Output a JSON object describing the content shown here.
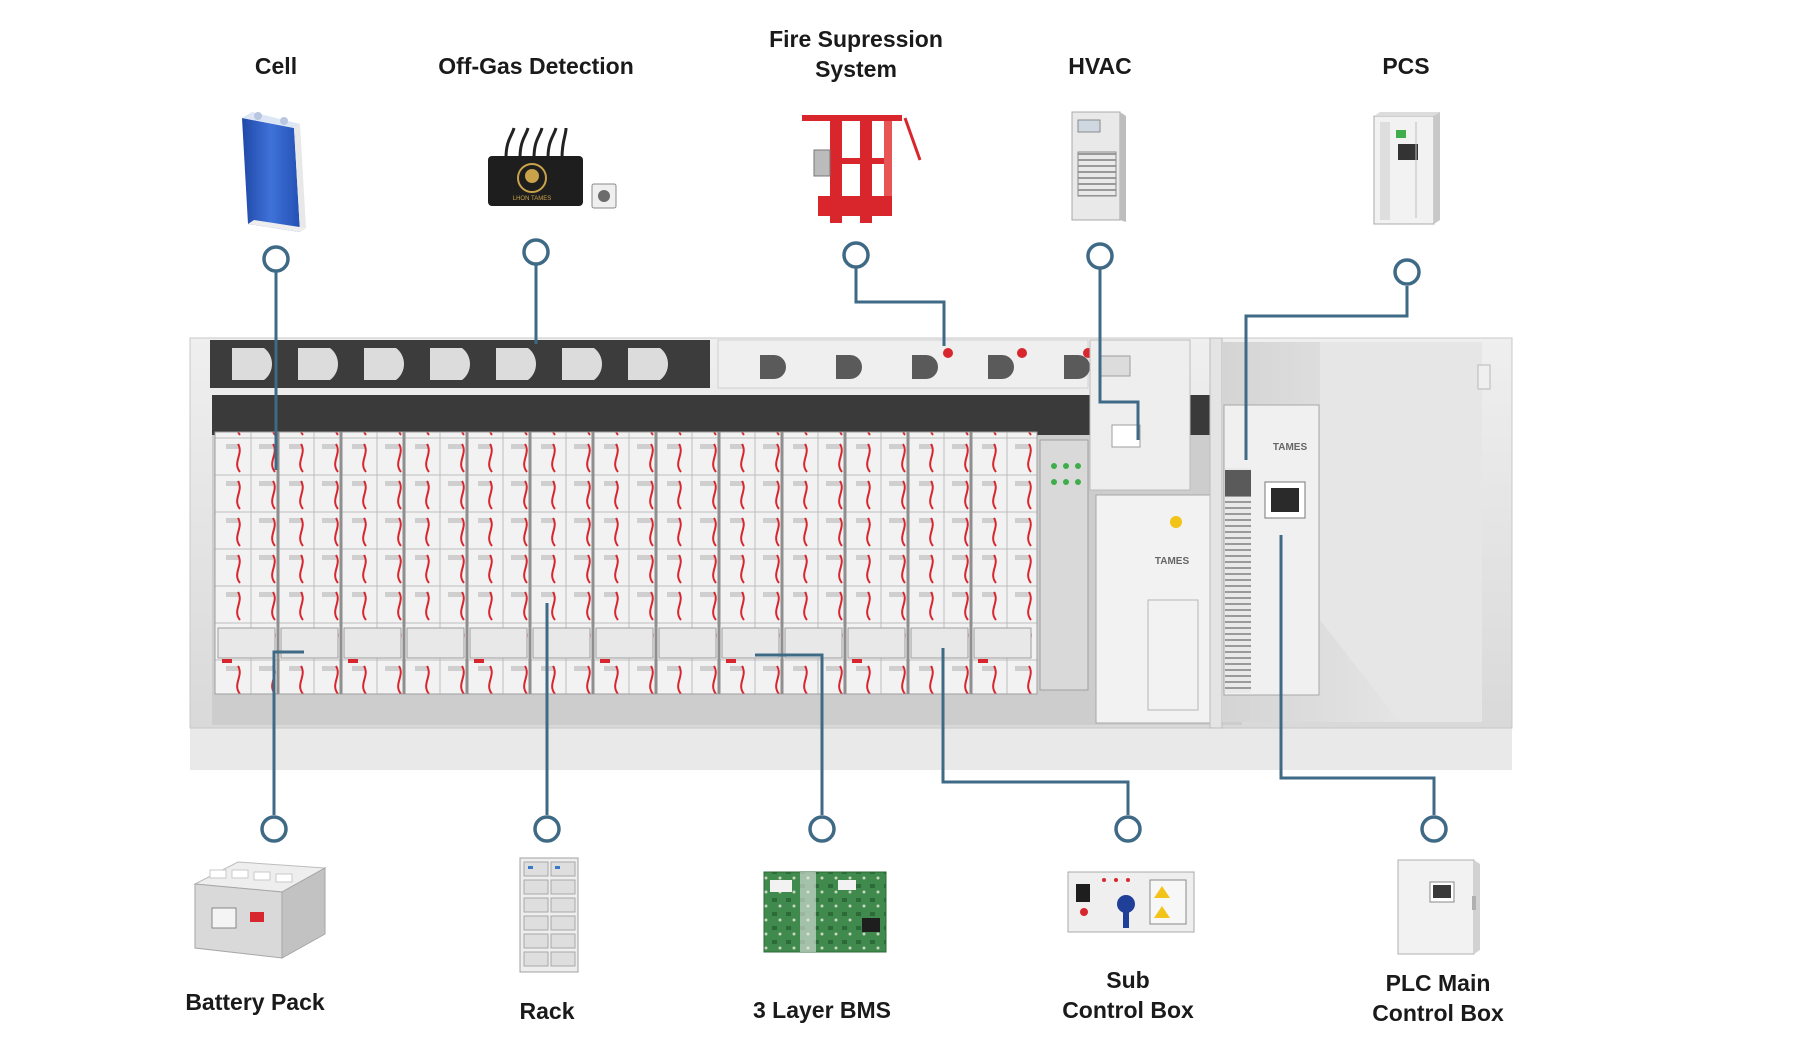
{
  "labels": {
    "cell": "Cell",
    "off_gas": "Off-Gas Detection",
    "fire_line1": "Fire Supression",
    "fire_line2": "System",
    "hvac": "HVAC",
    "pcs": "PCS",
    "battery_pack": "Battery Pack",
    "rack": "Rack",
    "bms": "3 Layer BMS",
    "sub_line1": "Sub",
    "sub_line2": "Control Box",
    "plc_line1": "PLC Main",
    "plc_line2": "Control Box"
  },
  "logos": {
    "off_gas_brand": "LHON TAMES",
    "container_brand": "TAMES"
  },
  "colors": {
    "connector": "#3f6a86",
    "container_wall": "#e6e6e6",
    "container_inner": "#cfcfcf",
    "cable_red": "#d8262e",
    "cell_blue": "#2f5fc4",
    "fire_red": "#d9262c",
    "board_green": "#3f8a4c"
  }
}
